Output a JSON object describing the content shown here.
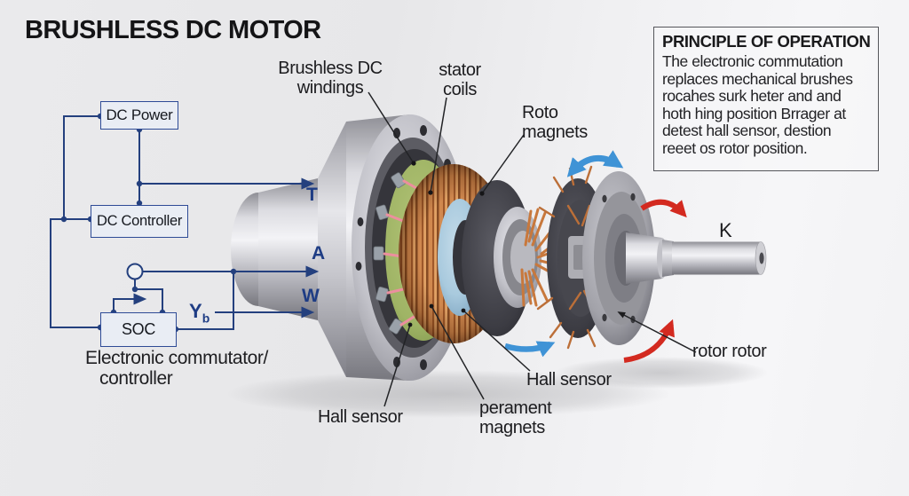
{
  "title": "BRUSHLESS DC MOTOR",
  "principle_box": {
    "heading": "PRINCIPLE OF OPERATION",
    "lines": [
      "The electronic commutation",
      "replaces mechanical brushes",
      "rocahes surk heter and and",
      "hoth hing position Brrager at",
      "detest hall sensor, destion",
      "reeet os rotor position."
    ]
  },
  "circuit": {
    "dc_power": "DC Power",
    "dc_controller": "DC Controller",
    "soc": "SOC",
    "caption_line1": "Electronic commutator/",
    "caption_line2": "controller",
    "phase_t": "T",
    "phase_a": "A",
    "phase_w": "W",
    "feedback_main": "Y",
    "feedback_sub": "b"
  },
  "motor_labels": {
    "windings_line1": "Brushless DC",
    "windings_line2": "windings",
    "stator_line1": "stator",
    "stator_line2": "coils",
    "rotor_magnets_line1": "Roto",
    "rotor_magnets_line2": "magnets",
    "hall_sensor_left": "Hall sensor",
    "permanent_magnets_line1": "perament",
    "permanent_magnets_line2": "magnets",
    "hall_sensor_right": "Hall sensor",
    "rotor": "rotor rotor",
    "shaft": "K"
  },
  "colors": {
    "background_left": "#e9e9eb",
    "background_right": "#f5f5f7",
    "circuit_blue": "#24407e",
    "rotation_arrow_blue": "#3f93d6",
    "rotation_arrow_red": "#d32a20",
    "copper": "#c57a40",
    "stator_board_green": "#9fb465",
    "bearing_ring_blue": "#a9cade",
    "text": "#1b1b1d"
  }
}
